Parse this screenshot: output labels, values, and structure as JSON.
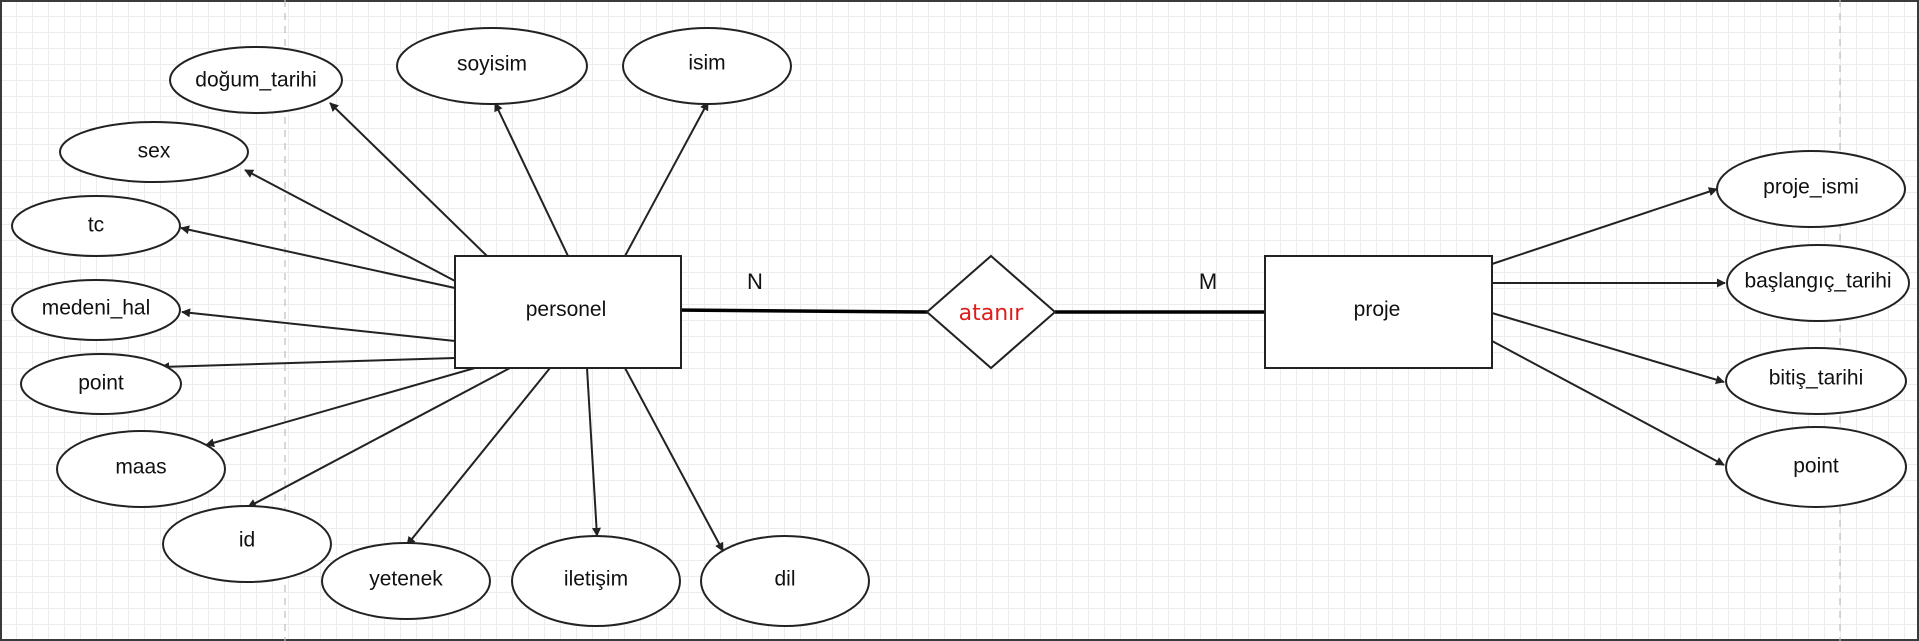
{
  "entities": {
    "personel": "personel",
    "proje": "proje"
  },
  "relationship": {
    "label": "atanır",
    "color": "#e01b1b",
    "card_left": "N",
    "card_right": "M"
  },
  "attributes": {
    "dogum_tarihi": "doğum_tarihi",
    "soyisim": "soyisim",
    "isim": "isim",
    "sex": "sex",
    "tc": "tc",
    "medeni_hal": "medeni_hal",
    "point": "point",
    "maas": "maas",
    "id": "id",
    "yetenek": "yetenek",
    "iletisim": "iletişim",
    "dil": "dil",
    "proje_ismi": "proje_ismi",
    "baslangic_tarihi": "başlangıç_tarihi",
    "bitis_tarihi": "bitiş_tarihi",
    "proje_point": "point"
  }
}
